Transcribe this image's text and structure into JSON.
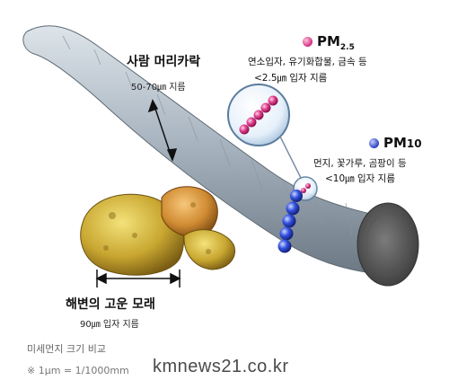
{
  "hair": {
    "title": "사람 머리카락",
    "size": "50-70㎛ 지름"
  },
  "pm25": {
    "label_main": "PM",
    "label_sub": "2.5",
    "desc_line1": "연소입자, 유기화합물, 금속 등",
    "desc_line2": "<2.5㎛ 입자 지름",
    "color": "#d42a7f"
  },
  "pm10": {
    "label_main": "PM",
    "label_sub": "10",
    "desc_line1": "먼지, 꽃가루, 곰팡이 등",
    "desc_line2": "<10㎛ 입자 지름",
    "color": "#2b3fbf"
  },
  "sand": {
    "title": "해변의 고운 모래",
    "size": "90㎛ 입자 지름"
  },
  "caption": "미세먼지 크기 비교",
  "note": "※ 1μm = 1/1000mm",
  "watermark": "kmnews21.co.kr"
}
